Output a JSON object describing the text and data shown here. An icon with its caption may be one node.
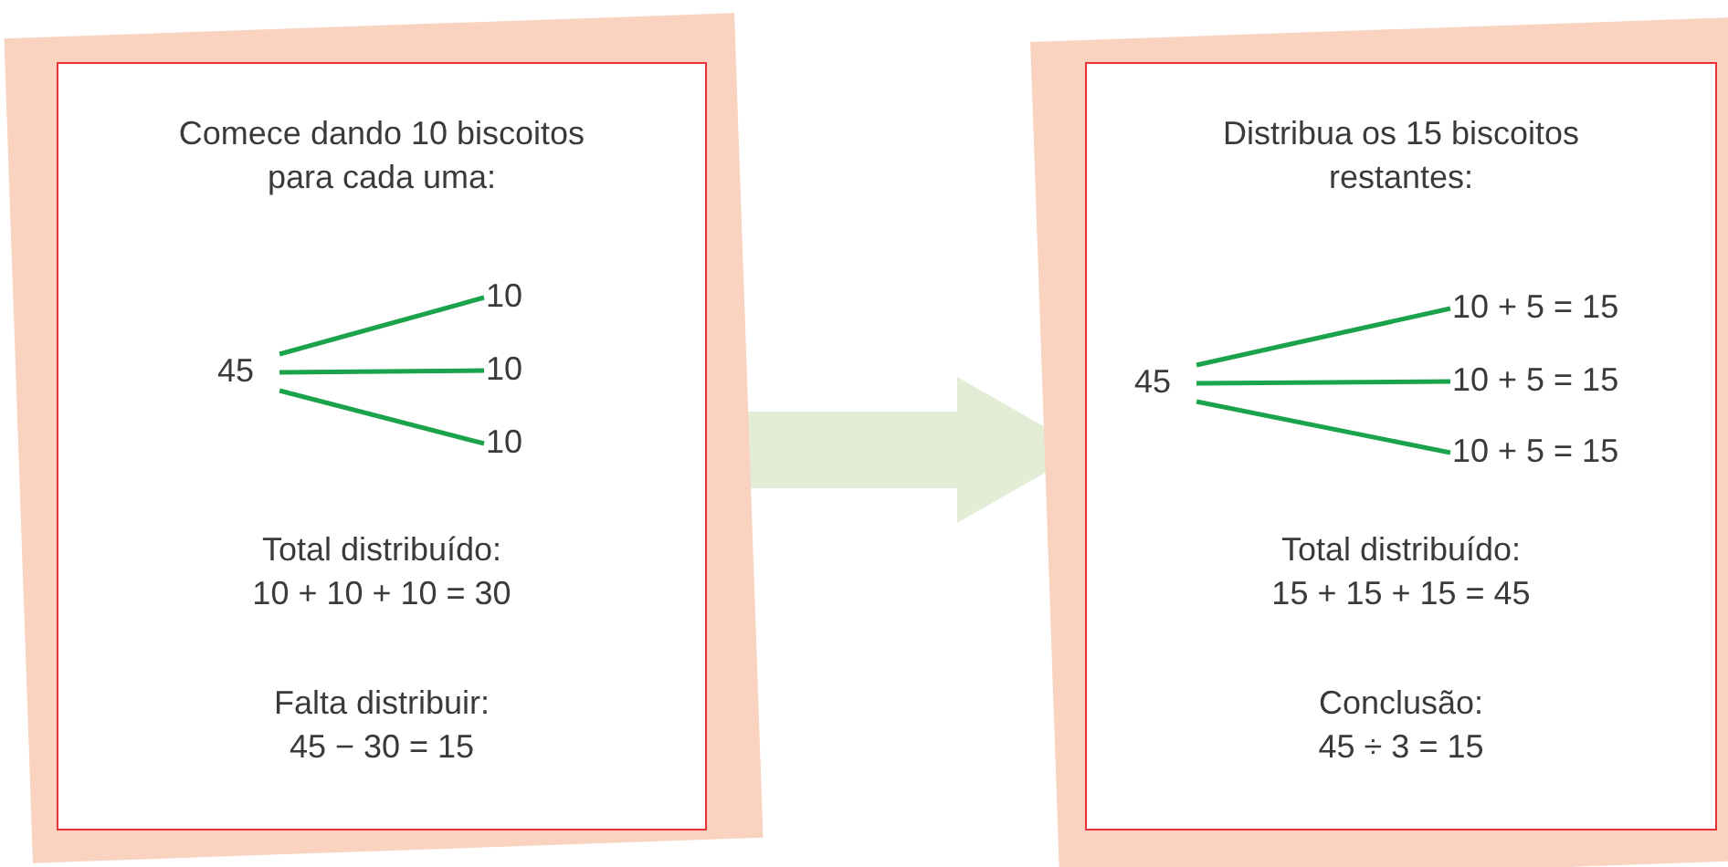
{
  "diagram": {
    "nodes": [
      {
        "text": [
          "Comece dando 10 biscoitos para cada uma:",
          "Total distribuído:",
          "10 + 10 + 10 = 30",
          "Falta distribuir:",
          "45 − 30 = 15"
        ]
      },
      {
        "text": [
          "45"
        ],
        "in": 0
      },
      {
        "text": [
          "10"
        ],
        "in": 0
      },
      {
        "text": [
          "10"
        ],
        "in": 0
      },
      {
        "text": [
          "10"
        ],
        "in": 0
      },
      {
        "text": [
          "Distribua os 15 biscoitos restantes:",
          "Total distribuído:",
          "15 + 15 + 15 = 45",
          "Conclusão:",
          "45 ÷ 3 = 15"
        ]
      },
      {
        "text": [
          "45"
        ],
        "in": 5
      },
      {
        "text": [
          "10 + 5 = 15"
        ],
        "in": 5
      },
      {
        "text": [
          "10 + 5 = 15"
        ],
        "in": 5
      },
      {
        "text": [
          "10 + 5 = 15"
        ],
        "in": 5
      }
    ],
    "edges": [
      {
        "from": 1,
        "to": 2,
        "arrow": "none"
      },
      {
        "from": 1,
        "to": 3,
        "arrow": "none"
      },
      {
        "from": 1,
        "to": 4,
        "arrow": "none"
      },
      {
        "from": 6,
        "to": 7,
        "arrow": "none"
      },
      {
        "from": 6,
        "to": 8,
        "arrow": "none"
      },
      {
        "from": 6,
        "to": 9,
        "arrow": "none"
      },
      {
        "from": 0,
        "to": 5,
        "arrow": "to",
        "style": "thick",
        "color": "#e3ecd4"
      }
    ]
  }
}
